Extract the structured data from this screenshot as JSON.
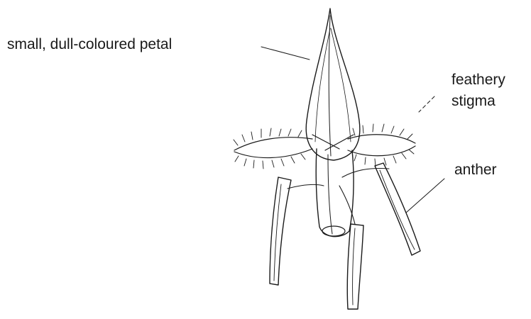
{
  "labels": {
    "petal": "small, dull-coloured petal",
    "stigma_line1": "feathery",
    "stigma_line2": "stigma",
    "anther": "anther"
  },
  "colors": {
    "ink": "#1a1a1a",
    "background": "#ffffff"
  }
}
